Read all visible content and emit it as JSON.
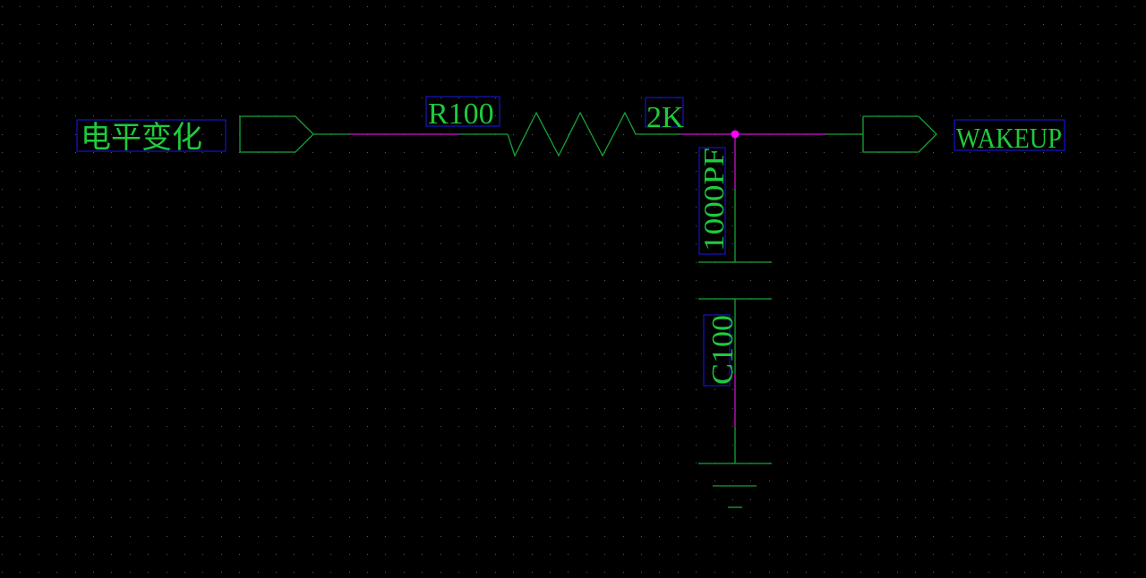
{
  "app": {
    "type": "schematic-editor-canvas"
  },
  "colors": {
    "background": "#000000",
    "grid": "#5a5a5a",
    "component": "#15a336",
    "wire": "#cc10cc",
    "junction": "#ff00ff",
    "text": "#1ecb3c",
    "label_box": "#1414c8"
  },
  "schematic": {
    "input_port": {
      "name": "电平变化",
      "icon": "port-arrow-icon"
    },
    "resistor": {
      "designator": "R100",
      "value": "2K",
      "icon": "resistor-zigzag-icon"
    },
    "capacitor": {
      "designator": "C100",
      "value": "1000PF",
      "icon": "capacitor-icon"
    },
    "output_port": {
      "name": "WAKEUP",
      "icon": "port-arrow-icon"
    },
    "ground": {
      "icon": "ground-symbol-icon"
    },
    "junction": {
      "icon": "junction-dot-icon"
    }
  }
}
